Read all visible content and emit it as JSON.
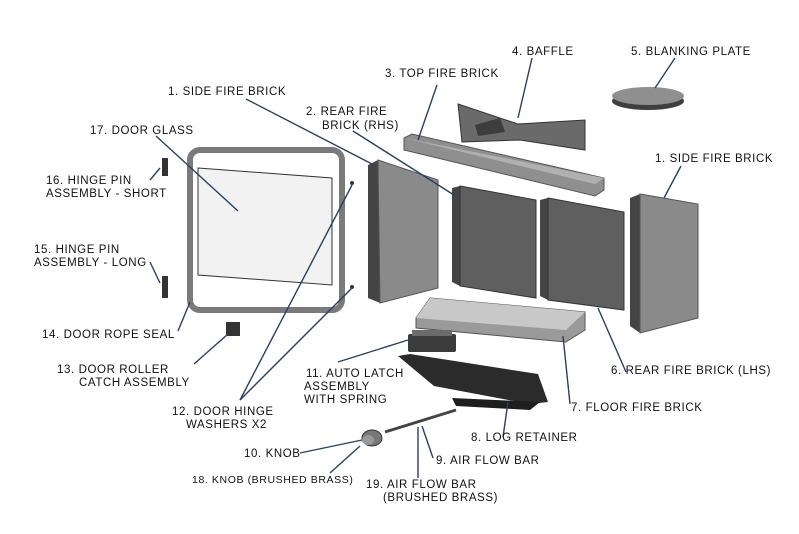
{
  "labels": {
    "side_fire_brick_left": "1. SIDE FIRE BRICK",
    "rear_fire_brick_rhs_1": "2. REAR FIRE",
    "rear_fire_brick_rhs_2": "BRICK (RHS)",
    "top_fire_brick": "3. TOP FIRE BRICK",
    "baffle": "4. BAFFLE",
    "blanking_plate": "5. BLANKING PLATE",
    "side_fire_brick_right": "1. SIDE FIRE BRICK",
    "rear_fire_brick_lhs": "6. REAR FIRE BRICK (LHS)",
    "floor_fire_brick": "7. FLOOR FIRE BRICK",
    "log_retainer": "8. LOG RETAINER",
    "air_flow_bar": "9. AIR FLOW BAR",
    "knob": "10. KNOB",
    "auto_latch_1": "11. AUTO LATCH",
    "auto_latch_2": "ASSEMBLY",
    "auto_latch_3": "WITH SPRING",
    "door_hinge_washers_1": "12. DOOR HINGE",
    "door_hinge_washers_2": "WASHERS X2",
    "door_roller_catch_1": "13. DOOR ROLLER",
    "door_roller_catch_2": "CATCH ASSEMBLY",
    "door_rope_seal": "14. DOOR ROPE SEAL",
    "hinge_pin_long_1": "15. HINGE PIN",
    "hinge_pin_long_2": "ASSEMBLY - LONG",
    "hinge_pin_short_1": "16. HINGE PIN",
    "hinge_pin_short_2": "ASSEMBLY - SHORT",
    "door_glass": "17. DOOR GLASS",
    "knob_brass": "18. KNOB (BRUSHED BRASS)",
    "air_flow_bar_brass_1": "19. AIR FLOW BAR",
    "air_flow_bar_brass_2": "(BRUSHED BRASS)"
  },
  "colors": {
    "brick_gray": "#8c8c8c",
    "brick_dark": "#555555",
    "light_gray": "#c8c8c8",
    "glass": "#f2f2f2",
    "leader_line": "#2a3f66",
    "steel": "#2b2b2b"
  }
}
